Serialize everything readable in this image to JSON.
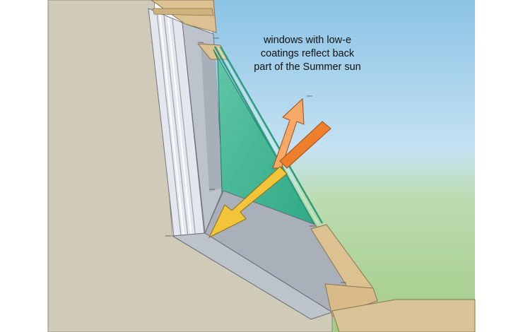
{
  "caption": {
    "lines": [
      "windows with low-e",
      "coatings reflect back",
      "part of the Summer sun"
    ]
  },
  "arrows": {
    "incoming_color": "#f07f2c",
    "reflected_color": "#f6a866",
    "transmitted_color": "#f2c43a"
  },
  "colors": {
    "sky_top": "#8fc4e6",
    "grass": "#a8cf8b",
    "wall": "#d0cab9",
    "frame": "#dde3ea",
    "sill": "#a9b0b9",
    "wood": "#dcc191",
    "glass": "#39b89a"
  }
}
